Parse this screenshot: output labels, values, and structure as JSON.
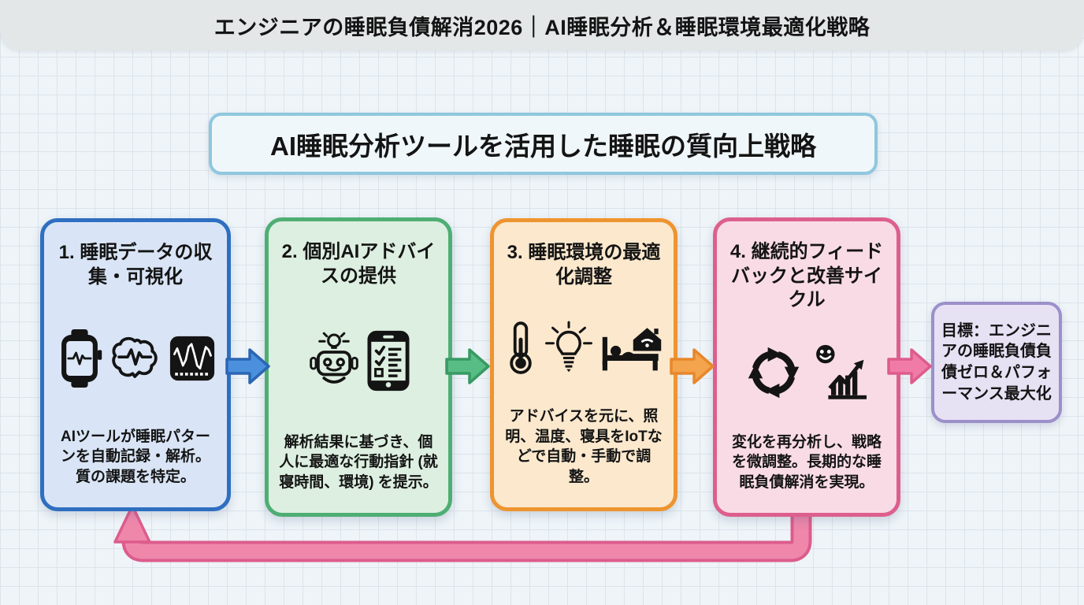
{
  "canvas": {
    "background": "#eef4f8",
    "grid_line_color": "#dce4ec"
  },
  "header": {
    "title": "エンジニアの睡眠負債解消2026｜AI睡眠分析＆睡眠環境最適化戦略",
    "background": "#e3e7e8"
  },
  "strategy": {
    "title": "AI睡眠分析ツールを活用した睡眠の質向上戦略",
    "border_color": "#8fc7de",
    "background": "#f0f7fa"
  },
  "steps": [
    {
      "title": "1. 睡眠データの収集・可視化",
      "description": "AIツールが睡眠パターンを自動記録・解析。質の課題を特定。",
      "icons": [
        "smartwatch-heartbeat-icon",
        "brain-pulse-icon",
        "sleep-graph-icon"
      ],
      "colors": {
        "border": "#2e6fc0",
        "background": "#d9e5f6"
      }
    },
    {
      "title": "2. 個別AIアドバイスの提供",
      "description": "解析結果に基づき、個人に最適な行動指針 (就寝時間、環境) を提示。",
      "icons": [
        "robot-idea-icon",
        "phone-checklist-icon"
      ],
      "colors": {
        "border": "#4fae74",
        "background": "#ddefe0"
      }
    },
    {
      "title": "3. 睡眠環境の最適化調整",
      "description": "アドバイスを元に、照明、温度、寝具をIoTなどで自動・手動で調整。",
      "icons": [
        "thermometer-icon",
        "lightbulb-icon",
        "smart-bed-icon"
      ],
      "colors": {
        "border": "#ee9430",
        "background": "#fbe8cd"
      }
    },
    {
      "title": "4. 継続的フィードバックと改善サイクル",
      "description": "変化を再分析し、戦略を微調整。長期的な睡眠負債解消を実現。",
      "icons": [
        "cycle-arrows-icon",
        "smiley-growth-chart-icon"
      ],
      "colors": {
        "border": "#dd5f8d",
        "background": "#f9dbe6"
      }
    }
  ],
  "goal": {
    "text": "目標：エンジニアの睡眠負債負債ゼロ＆パフォーマンス最大化",
    "colors": {
      "border": "#9b90c9",
      "background": "#e7e1f4"
    }
  },
  "arrows": [
    {
      "name": "step1-to-step2",
      "fill": "#4a90dc",
      "stroke": "#2b66b4"
    },
    {
      "name": "step2-to-step3",
      "fill": "#57bd84",
      "stroke": "#389a63"
    },
    {
      "name": "step3-to-step4",
      "fill": "#f3a44c",
      "stroke": "#e8872c"
    },
    {
      "name": "step4-to-goal",
      "fill": "#f07ba6",
      "stroke": "#dd5c8c"
    }
  ],
  "feedback_loop": {
    "from": "step4",
    "to": "step1",
    "fill": "#ef87ab",
    "stroke": "#dd5c8c"
  }
}
